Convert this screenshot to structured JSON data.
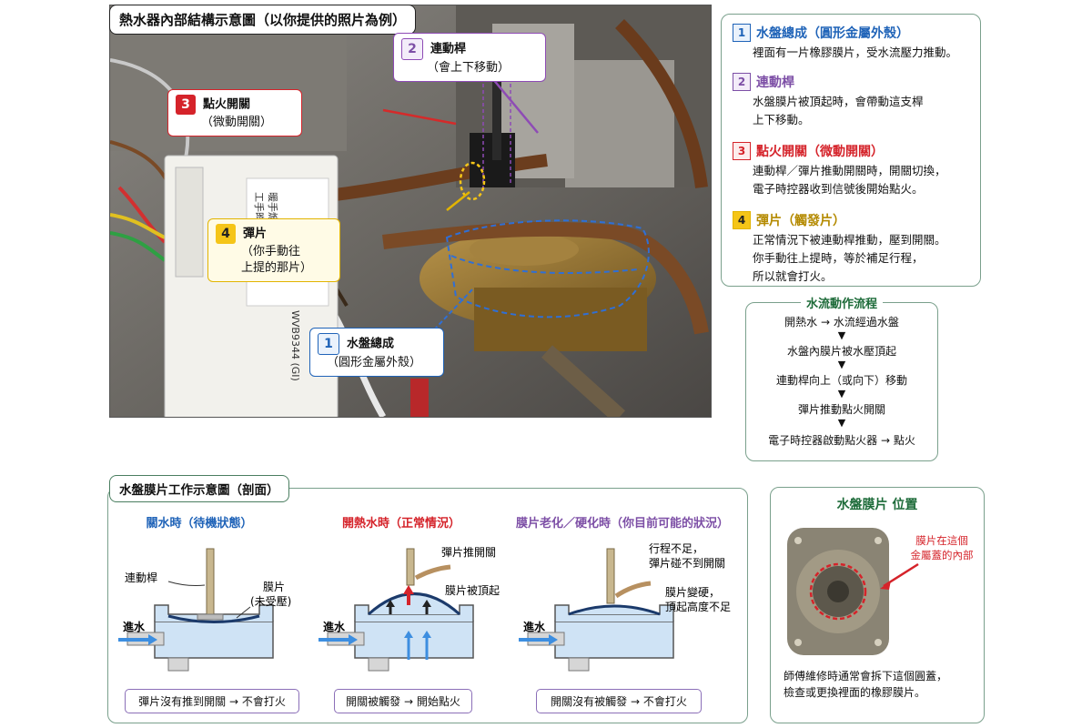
{
  "colors": {
    "blue": "#1f63b8",
    "purple": "#7d4fa6",
    "red": "#d5232a",
    "yellow": "#e2b400",
    "green": "#1d6b39",
    "water": "#8fc1e8"
  },
  "photo": {
    "title": "熱水器內部結構示意圖（以你提供的照片為例）",
    "controller_labels": [
      "暖手煽控℃",
      "工手昫啦器",
      "WVB9344 (GI)"
    ],
    "callouts": [
      {
        "num": "2",
        "line1": "連動桿",
        "line2": "（會上下移動）"
      },
      {
        "num": "3",
        "line1": "點火開關",
        "line2": "（微動開關）"
      },
      {
        "num": "4",
        "line1": "彈片",
        "line2": "（你手動往",
        "line3": "上提的那片）"
      },
      {
        "num": "1",
        "line1": "水盤總成",
        "line2": "（圓形金屬外殼）"
      }
    ]
  },
  "legend": [
    {
      "num": "1",
      "title": "水盤總成（圓形金屬外殼）",
      "body": [
        "裡面有一片橡膠膜片，受水流壓力推動。"
      ]
    },
    {
      "num": "2",
      "title": "連動桿",
      "body": [
        "水盤膜片被頂起時，會帶動這支桿",
        "上下移動。"
      ]
    },
    {
      "num": "3",
      "title": "點火開關（微動開關）",
      "body": [
        "連動桿／彈片推動開關時，開關切換，",
        "電子時控器收到信號後開始點火。"
      ]
    },
    {
      "num": "4",
      "title": "彈片（觸發片）",
      "body": [
        "正常情況下被連動桿推動，壓到開關。",
        "你手動往上提時，等於補足行程，",
        "所以就會打火。"
      ]
    }
  ],
  "flow": {
    "title": "水流動作流程",
    "steps": [
      "開熱水 → 水流經過水盤",
      "水盤內膜片被水壓頂起",
      "連動桿向上（或向下）移動",
      "彈片推動點火開關",
      "電子時控器啟動點火器 → 點火"
    ]
  },
  "diagram": {
    "title": "水盤膜片工作示意圖（剖面）",
    "states": [
      {
        "title": "關水時（待機狀態）",
        "labels": [
          "連動桿",
          "膜片",
          "(未受壓)",
          "進水"
        ],
        "result": "彈片沒有推到開關 → 不會打火"
      },
      {
        "title": "開熱水時（正常情況）",
        "labels": [
          "彈片推開關",
          "膜片被頂起",
          "進水"
        ],
        "result": "開關被觸發 → 開始點火"
      },
      {
        "title": "膜片老化／硬化時（你目前可能的狀況）",
        "labels": [
          "行程不足，",
          "彈片碰不到開關",
          "膜片變硬，",
          "頂起高度不足",
          "進水"
        ],
        "result": "開關沒有被觸發 → 不會打火"
      }
    ]
  },
  "location": {
    "title": "水盤膜片 位置",
    "note": [
      "膜片在這個",
      "金屬蓋的內部"
    ],
    "caption": [
      "師傅維修時通常會拆下這個圓蓋，",
      "檢查或更換裡面的橡膠膜片。"
    ]
  }
}
